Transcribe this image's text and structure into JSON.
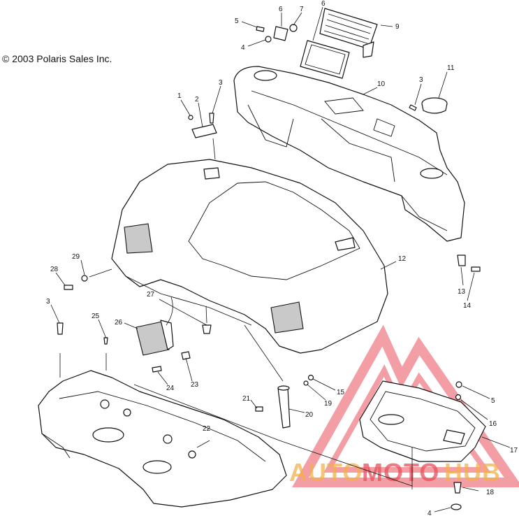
{
  "copyright": "© 2003 Polaris Sales Inc.",
  "callouts": [
    {
      "id": "c5a",
      "label": "5"
    },
    {
      "id": "c6a",
      "label": "6"
    },
    {
      "id": "c7",
      "label": "7"
    },
    {
      "id": "c6b",
      "label": "6"
    },
    {
      "id": "c9",
      "label": "9"
    },
    {
      "id": "c4a",
      "label": "4"
    },
    {
      "id": "c3a",
      "label": "3"
    },
    {
      "id": "c10",
      "label": "10"
    },
    {
      "id": "c11",
      "label": "11"
    },
    {
      "id": "c1",
      "label": "1"
    },
    {
      "id": "c2",
      "label": "2"
    },
    {
      "id": "c3b",
      "label": "3"
    },
    {
      "id": "c12",
      "label": "12"
    },
    {
      "id": "c29",
      "label": "29"
    },
    {
      "id": "c28",
      "label": "28"
    },
    {
      "id": "c13",
      "label": "13"
    },
    {
      "id": "c14",
      "label": "14"
    },
    {
      "id": "c27",
      "label": "27"
    },
    {
      "id": "c3c",
      "label": "3"
    },
    {
      "id": "c25",
      "label": "25"
    },
    {
      "id": "c26",
      "label": "26"
    },
    {
      "id": "c24",
      "label": "24"
    },
    {
      "id": "c23",
      "label": "23"
    },
    {
      "id": "c21",
      "label": "21"
    },
    {
      "id": "c20",
      "label": "20"
    },
    {
      "id": "c15",
      "label": "15"
    },
    {
      "id": "c19",
      "label": "19"
    },
    {
      "id": "c5b",
      "label": "5"
    },
    {
      "id": "c16",
      "label": "16"
    },
    {
      "id": "c17",
      "label": "17"
    },
    {
      "id": "c22",
      "label": "22"
    },
    {
      "id": "c18",
      "label": "18"
    },
    {
      "id": "c4b",
      "label": "4"
    }
  ],
  "watermark": {
    "segments": [
      "AUTO",
      "MOTO",
      "HUB"
    ],
    "colors": {
      "auto": "#f3b04a",
      "moto": "#e8505b",
      "hub": "#f3b04a",
      "triangle": "#e8505b"
    }
  }
}
